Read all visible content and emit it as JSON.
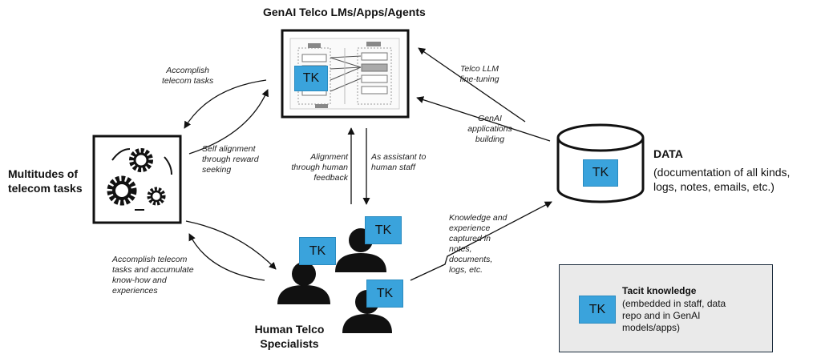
{
  "diagram": {
    "title": "GenAI Telco LMs/Apps/Agents",
    "tasks_label": [
      "Multitudes of",
      "telecom tasks"
    ],
    "specialists_label": [
      "Human Telco",
      "Specialists"
    ],
    "data_title": "DATA",
    "data_desc": [
      "(documentation of all kinds,",
      "logs, notes, emails,  etc.)"
    ],
    "tk": "TK",
    "edges": {
      "accomplish_tasks": [
        "Accomplish",
        "telecom tasks"
      ],
      "self_alignment": [
        "Self alignment",
        "through reward",
        "seeking"
      ],
      "alignment_feedback": [
        "Alignment",
        "through human",
        "feedback"
      ],
      "assistant": [
        "As assistant to",
        "human staff"
      ],
      "llm_finetuning": [
        "Telco LLM",
        "fine-tuning"
      ],
      "apps_building": [
        "GenAI",
        "applications",
        "building"
      ],
      "knowledge_captured": [
        "Knowledge and",
        "experience",
        "captured in",
        "notes,",
        "documents,",
        "logs, etc."
      ],
      "accumulate": [
        "Accomplish telecom",
        "tasks and accumulate",
        "know-how and",
        "experiences"
      ]
    },
    "legend": {
      "title": "Tacit knowledge",
      "desc": [
        "(embedded in staff, data",
        "repo and in GenAI",
        "models/apps)"
      ]
    }
  }
}
